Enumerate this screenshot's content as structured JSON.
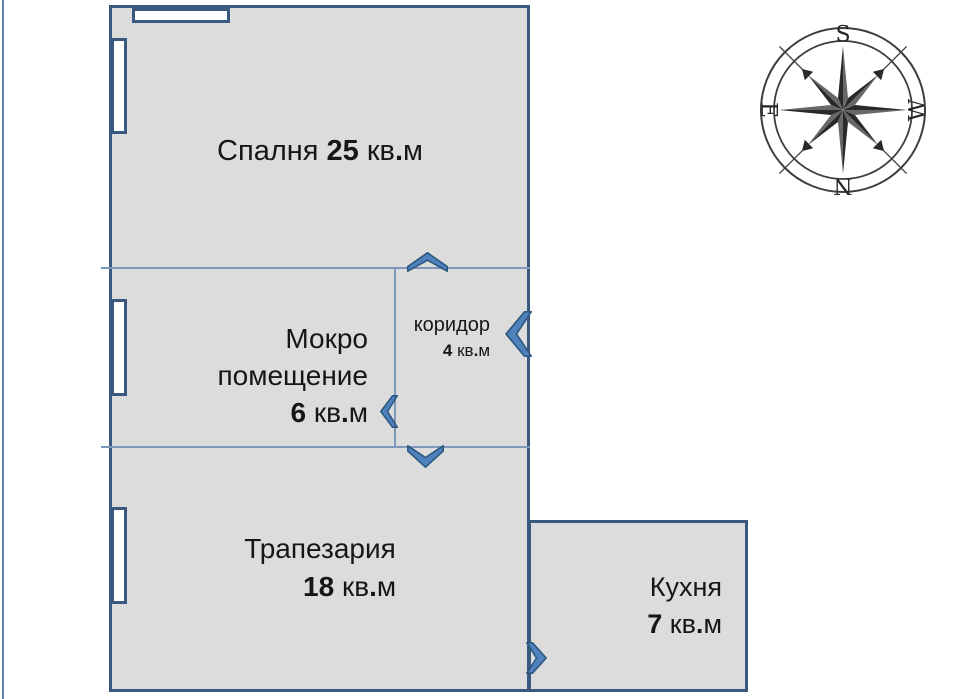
{
  "plan": {
    "colors": {
      "wall": "#39597f",
      "room_fill": "#dcdcdc",
      "thin_line": "#7f97b8",
      "door_arrow_fill": "#4f81bd",
      "door_arrow_stroke": "#2c5880",
      "text": "#161616"
    },
    "rooms": {
      "bedroom": {
        "name": "Спалня",
        "area": "25"
      },
      "wet_room": {
        "name_line1": "Мокро",
        "name_line2": "помещение",
        "area": "6"
      },
      "corridor": {
        "name": "коридор",
        "area": "4"
      },
      "dining": {
        "name": "Трапезария",
        "area": "18"
      },
      "kitchen": {
        "name": "Кухня",
        "area": "7"
      }
    },
    "units": {
      "kv": "кв",
      "dot": ".",
      "m": "м"
    },
    "icons": {
      "door_arrows": [
        "door-arrow-up-icon",
        "door-arrow-left-corridor-icon",
        "door-arrow-left-wetroom-icon",
        "door-arrow-down-icon",
        "door-arrow-right-kitchen-icon"
      ],
      "windows": [
        "window-top",
        "window-left-bedroom",
        "window-left-wetroom",
        "window-left-dining"
      ]
    }
  },
  "compass": {
    "top": "S",
    "right": "W",
    "bottom": "N",
    "left": "E"
  }
}
